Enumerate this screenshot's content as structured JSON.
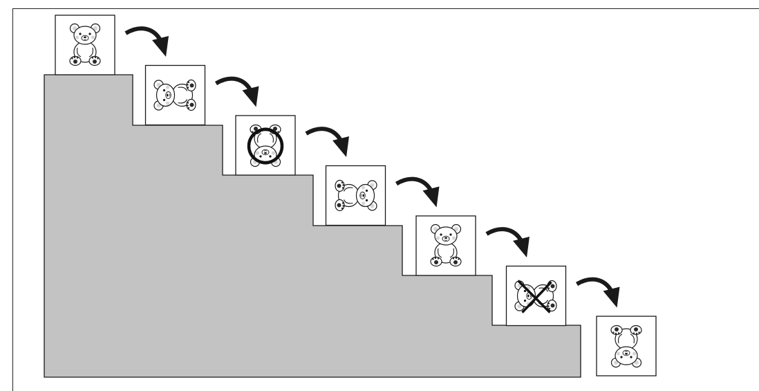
{
  "diagram": {
    "description_mode": "pictorial",
    "colors": {
      "stair_fill": "#c3c3c3",
      "stroke": "#1a1a1a",
      "card_bg": "#ffffff",
      "bear_fill": "#ffffff",
      "blush": "#d6d6d6",
      "paw_dark": "#2a2a2a"
    },
    "cards": [
      {
        "step": 1,
        "bear_rotation_deg": 0,
        "mark": "none",
        "icon": "bear-sitting-icon"
      },
      {
        "step": 2,
        "bear_rotation_deg": -90,
        "mark": "none",
        "icon": "bear-rotated-icon"
      },
      {
        "step": 3,
        "bear_rotation_deg": 180,
        "mark": "circle",
        "icon": "bear-upside-down-icon"
      },
      {
        "step": 4,
        "bear_rotation_deg": 90,
        "mark": "none",
        "icon": "bear-rotated-icon"
      },
      {
        "step": 5,
        "bear_rotation_deg": 0,
        "mark": "none",
        "icon": "bear-sitting-icon"
      },
      {
        "step": 6,
        "bear_rotation_deg": -90,
        "mark": "cross",
        "icon": "bear-rotated-icon"
      },
      {
        "step": 7,
        "bear_rotation_deg": 180,
        "mark": "none",
        "icon": "bear-upside-down-icon"
      }
    ],
    "arrows": [
      {
        "from_step": 1,
        "to_step": 2,
        "icon": "curved-arrow-icon"
      },
      {
        "from_step": 2,
        "to_step": 3,
        "icon": "curved-arrow-icon"
      },
      {
        "from_step": 3,
        "to_step": 4,
        "icon": "curved-arrow-icon"
      },
      {
        "from_step": 4,
        "to_step": 5,
        "icon": "curved-arrow-icon"
      },
      {
        "from_step": 5,
        "to_step": 6,
        "icon": "curved-arrow-icon"
      },
      {
        "from_step": 6,
        "to_step": 7,
        "icon": "curved-arrow-icon"
      }
    ]
  }
}
